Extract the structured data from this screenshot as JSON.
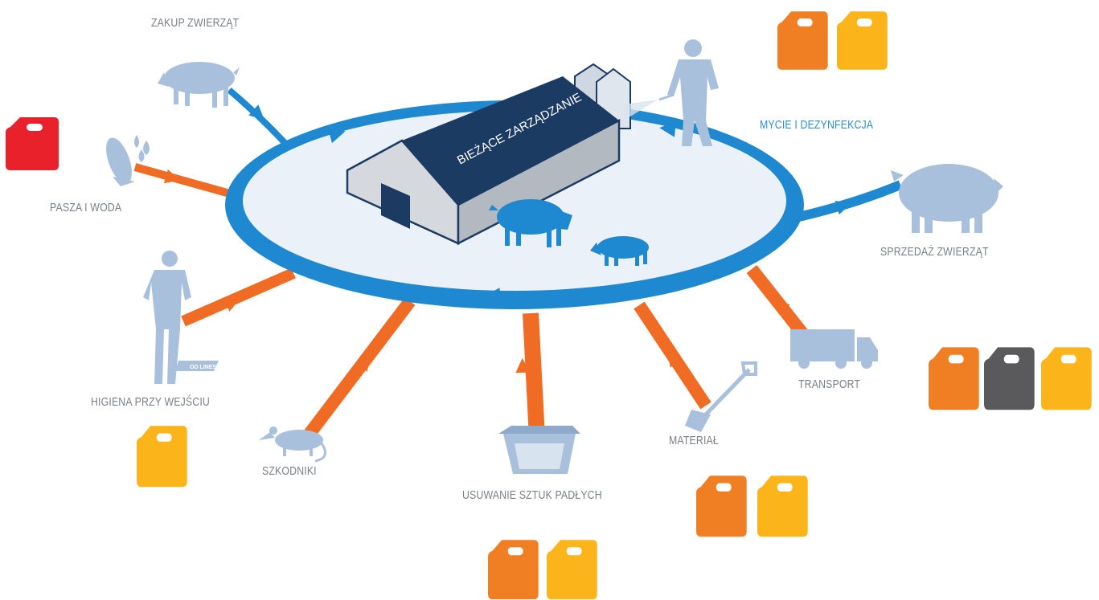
{
  "diagram": {
    "barn_sign": "BIEŻĄCE ZARZĄDZANIE",
    "mat_brand": "OD LINES",
    "labels": {
      "animal_purchase": "ZAKUP ZWIERZĄT",
      "feed_water": "PASZA I WODA",
      "entry_hygiene": "HIGIENA PRZY WEJŚCIU",
      "pests": "SZKODNIKI",
      "carcass_removal": "USUWANIE SZTUK PADŁYCH",
      "material": "MATERIAŁ",
      "transport": "TRANSPORT",
      "animal_sale": "SPRZEDAŻ ZWIERZĄT",
      "wash_disinfect": "MYCIE I DEZYNFEKCJA"
    },
    "colors": {
      "cycle_blue": "#1e88d0",
      "input_orange": "#f06b23",
      "silhouette": "#a9c0dc",
      "barn_roof": "#1c3b63",
      "oval_fill": "#eaf1f8",
      "can_red": "#e8212b",
      "can_orange": "#f07f24",
      "can_yellow": "#fbb51b",
      "can_gray": "#5a5a5c"
    }
  }
}
